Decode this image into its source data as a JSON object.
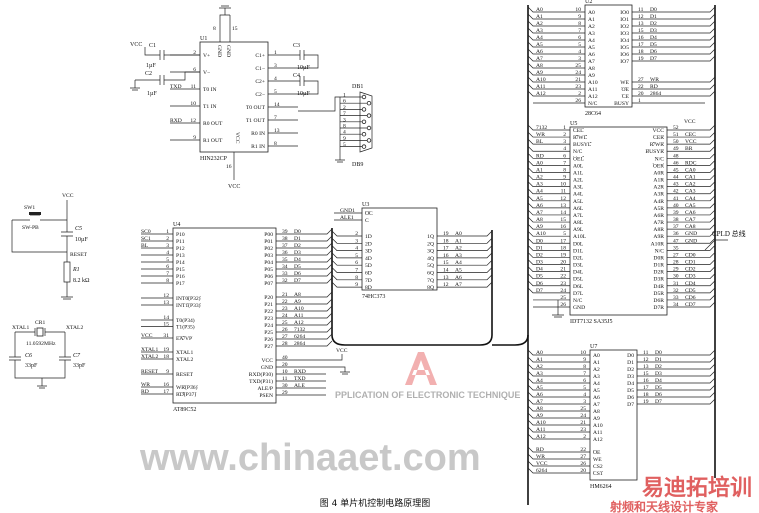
{
  "caption": "图 4  单片机控制电路原理图",
  "cpld_bus_label": "CPLD 总线",
  "watermarks": {
    "journal": "PPLICATION OF ELECTRONIC TECHNIQUE",
    "site": "www.chinaaet.com",
    "brand": "易迪拓培训",
    "slogan": "射频和天线设计专家"
  },
  "colors": {
    "watermark_red": "#e06060",
    "watermark_gray": "#c8c8c8",
    "line": "#222222"
  },
  "labels": {
    "vcc1": "VCC",
    "c1": "C1",
    "c1_val": "1µF",
    "c2": "C2",
    "c2_val": "1µF",
    "c3": "C3",
    "c3_val": "10µF",
    "c4": "C4",
    "c4_val": "10µF",
    "u1_gnd_a": "GND",
    "u1_gnd_b": "GND",
    "u1_pin8": "8",
    "u1_pin15": "15",
    "u1_vcc_pin": "VCC",
    "u1_pin16": "16",
    "u1_vcc_net": "VCC",
    "db1": "DB1",
    "db9": "DB9",
    "db_pins": [
      "1",
      "6",
      "2",
      "7",
      "3",
      "8",
      "4",
      "9",
      "5"
    ],
    "vcc_reset": "VCC",
    "sw1": "SW1",
    "sw_pb": "SW-PB",
    "c5": "C5",
    "c5_val": "10µF",
    "reset": "RESET",
    "r1": "R1",
    "r1_val": "8.2 kΩ",
    "cr1": "CR1",
    "xtal_freq": "11.0592MHz",
    "xtal1": "XTAL1",
    "xtal2": "XTAL2",
    "c6": "C6",
    "c6_val": "33pF",
    "c7": "C7",
    "c7_val": "33pF",
    "u4_vcc": "VCC",
    "u5_vcc": "VCC"
  },
  "chips": [
    {
      "ref": "U1",
      "part": "HIN232CP",
      "left": [
        {
          "name": "V+",
          "num": "2",
          "net": ""
        },
        {
          "name": "V−",
          "num": "6",
          "net": ""
        },
        {
          "name": "T0 IN",
          "num": "11",
          "net": "TXD"
        },
        {
          "name": "T1 IN",
          "num": "10",
          "net": ""
        },
        {
          "name": "R0 OUT",
          "num": "12",
          "net": "RXD"
        },
        {
          "name": "R1 OUT",
          "num": "9",
          "net": ""
        }
      ],
      "right": [
        {
          "name": "C1+",
          "num": "1",
          "net": ""
        },
        {
          "name": "C1−",
          "num": "3",
          "net": ""
        },
        {
          "name": "C2+",
          "num": "4",
          "net": ""
        },
        {
          "name": "C2−",
          "num": "5",
          "net": ""
        },
        {
          "name": "T0 OUT",
          "num": "14",
          "net": ""
        },
        {
          "name": "T1 OUT",
          "num": "7",
          "net": ""
        },
        {
          "name": "R0 IN",
          "num": "13",
          "net": ""
        },
        {
          "name": "R1 IN",
          "num": "8",
          "net": ""
        }
      ]
    },
    {
      "ref": "U4",
      "part": "AT89C52",
      "left": [
        {
          "name": "P10",
          "num": "1",
          "net": "SC0"
        },
        {
          "name": "P11",
          "num": "2",
          "net": "SC1"
        },
        {
          "name": "P12",
          "num": "3",
          "net": "BL"
        },
        {
          "name": "P13",
          "num": "4",
          "net": ""
        },
        {
          "name": "P14",
          "num": "5",
          "net": ""
        },
        {
          "name": "P15",
          "num": "6",
          "net": ""
        },
        {
          "name": "P16",
          "num": "7",
          "net": ""
        },
        {
          "name": "P17",
          "num": "8",
          "net": ""
        },
        {
          "name": "INT0(P32)",
          "num": "12",
          "net": "",
          "over": true
        },
        {
          "name": "INT1(P33)",
          "num": "13",
          "net": "",
          "over": true
        },
        {
          "name": "T0(P34)",
          "num": "14",
          "net": ""
        },
        {
          "name": "T1(P35)",
          "num": "15",
          "net": ""
        },
        {
          "name": "EA/VP",
          "num": "31",
          "net": "VCC",
          "over": true
        },
        {
          "name": "XTAL1",
          "num": "19",
          "net": "XTAL1"
        },
        {
          "name": "XTAL2",
          "num": "18",
          "net": "XTAL2"
        },
        {
          "name": "RESET",
          "num": "9",
          "net": "RESET"
        },
        {
          "name": "WR(P36)",
          "num": "16",
          "net": "WR",
          "over": true
        },
        {
          "name": "RD(P37)",
          "num": "17",
          "net": "RD",
          "over": true
        }
      ],
      "right": [
        {
          "name": "P00",
          "num": "39",
          "net": "D0"
        },
        {
          "name": "P01",
          "num": "38",
          "net": "D1"
        },
        {
          "name": "P02",
          "num": "37",
          "net": "D2"
        },
        {
          "name": "P03",
          "num": "36",
          "net": "D3"
        },
        {
          "name": "P04",
          "num": "35",
          "net": "D4"
        },
        {
          "name": "P05",
          "num": "34",
          "net": "D5"
        },
        {
          "name": "P06",
          "num": "33",
          "net": "D6"
        },
        {
          "name": "P07",
          "num": "32",
          "net": "D7"
        },
        {
          "name": "P20",
          "num": "21",
          "net": "A8"
        },
        {
          "name": "P21",
          "num": "22",
          "net": "A9"
        },
        {
          "name": "P22",
          "num": "23",
          "net": "A10"
        },
        {
          "name": "P23",
          "num": "24",
          "net": "A11"
        },
        {
          "name": "P24",
          "num": "25",
          "net": "A12"
        },
        {
          "name": "P25",
          "num": "26",
          "net": "7132"
        },
        {
          "name": "P26",
          "num": "27",
          "net": "6264"
        },
        {
          "name": "P27",
          "num": "28",
          "net": "2864"
        },
        {
          "name": "VCC",
          "num": "40",
          "net": ""
        },
        {
          "name": "GND",
          "num": "20",
          "net": ""
        },
        {
          "name": "RXD(P30)",
          "num": "10",
          "net": "RXD"
        },
        {
          "name": "TXD(P31)",
          "num": "11",
          "net": "TXD"
        },
        {
          "name": "ALE/P",
          "num": "30",
          "net": "ALE"
        },
        {
          "name": "PSEN",
          "num": "29",
          "net": ""
        }
      ]
    },
    {
      "ref": "U2",
      "part": "28C64",
      "left": [
        {
          "name": "A0",
          "num": "10",
          "net": "A0"
        },
        {
          "name": "A1",
          "num": "9",
          "net": "A1"
        },
        {
          "name": "A2",
          "num": "8",
          "net": "A2"
        },
        {
          "name": "A3",
          "num": "7",
          "net": "A3"
        },
        {
          "name": "A4",
          "num": "6",
          "net": "A4"
        },
        {
          "name": "A5",
          "num": "5",
          "net": "A5"
        },
        {
          "name": "A6",
          "num": "4",
          "net": "A6"
        },
        {
          "name": "A7",
          "num": "3",
          "net": "A7"
        },
        {
          "name": "A8",
          "num": "25",
          "net": "A8"
        },
        {
          "name": "A9",
          "num": "24",
          "net": "A9"
        },
        {
          "name": "A10",
          "num": "21",
          "net": "A10"
        },
        {
          "name": "A11",
          "num": "23",
          "net": "A11"
        },
        {
          "name": "A12",
          "num": "2",
          "net": "A12"
        },
        {
          "name": "N/C",
          "num": "26",
          "net": ""
        }
      ],
      "right": [
        {
          "name": "IO0",
          "num": "11",
          "net": "D0"
        },
        {
          "name": "IO1",
          "num": "12",
          "net": "D1"
        },
        {
          "name": "IO2",
          "num": "13",
          "net": "D2"
        },
        {
          "name": "IO3",
          "num": "15",
          "net": "D3"
        },
        {
          "name": "IO4",
          "num": "16",
          "net": "D4"
        },
        {
          "name": "IO5",
          "num": "17",
          "net": "D5"
        },
        {
          "name": "IO6",
          "num": "18",
          "net": "D6"
        },
        {
          "name": "IO7",
          "num": "19",
          "net": "D7"
        },
        {
          "name": "WE",
          "num": "27",
          "net": "WR",
          "over": true
        },
        {
          "name": "OE",
          "num": "22",
          "net": "RD",
          "over": true
        },
        {
          "name": "CE",
          "num": "20",
          "net": "2864",
          "over": true
        },
        {
          "name": "BUSY",
          "num": "1",
          "net": "",
          "over": true
        }
      ]
    },
    {
      "ref": "U5",
      "part": "IDT7132   SA35J5",
      "left": [
        {
          "name": "CEL",
          "num": "1",
          "net": "7132",
          "over": true
        },
        {
          "name": "R/WL",
          "num": "2",
          "net": "WR",
          "over": true
        },
        {
          "name": "BUSYL",
          "num": "3",
          "net": "BL",
          "over": true
        },
        {
          "name": "N/C",
          "num": "4",
          "net": ""
        },
        {
          "name": "OEL",
          "num": "6",
          "net": "RD",
          "over": true
        },
        {
          "name": "A0L",
          "num": "7",
          "net": "A0"
        },
        {
          "name": "A1L",
          "num": "8",
          "net": "A1"
        },
        {
          "name": "A2L",
          "num": "9",
          "net": "A2"
        },
        {
          "name": "A3L",
          "num": "10",
          "net": "A3"
        },
        {
          "name": "A4L",
          "num": "11",
          "net": "A4"
        },
        {
          "name": "A5L",
          "num": "12",
          "net": "A5"
        },
        {
          "name": "A6L",
          "num": "13",
          "net": "A6"
        },
        {
          "name": "A7L",
          "num": "14",
          "net": "A7"
        },
        {
          "name": "A8L",
          "num": "15",
          "net": "A8"
        },
        {
          "name": "A9L",
          "num": "16",
          "net": "A9"
        },
        {
          "name": "A10L",
          "num": "5",
          "net": "A10"
        },
        {
          "name": "D0L",
          "num": "17",
          "net": "D0"
        },
        {
          "name": "D1L",
          "num": "18",
          "net": "D1"
        },
        {
          "name": "D2L",
          "num": "19",
          "net": "D2"
        },
        {
          "name": "D3L",
          "num": "20",
          "net": "D3"
        },
        {
          "name": "D4L",
          "num": "21",
          "net": "D4"
        },
        {
          "name": "D5L",
          "num": "22",
          "net": "D5"
        },
        {
          "name": "D6L",
          "num": "23",
          "net": "D6"
        },
        {
          "name": "D7L",
          "num": "24",
          "net": "D7"
        },
        {
          "name": "N/C",
          "num": "25",
          "net": ""
        },
        {
          "name": "GND",
          "num": "26",
          "net": ""
        }
      ],
      "right": [
        {
          "name": "VCC",
          "num": "52",
          "net": ""
        },
        {
          "name": "CER",
          "num": "51",
          "net": "CEC",
          "over": true
        },
        {
          "name": "R/WR",
          "num": "50",
          "net": "VCC",
          "over": true
        },
        {
          "name": "BUSYR",
          "num": "49",
          "net": "BR",
          "over": true
        },
        {
          "name": "N/C",
          "num": "48",
          "net": ""
        },
        {
          "name": "OER",
          "num": "46",
          "net": "RDC",
          "over": true
        },
        {
          "name": "A0R",
          "num": "45",
          "net": "CA0"
        },
        {
          "name": "A1R",
          "num": "44",
          "net": "CA1"
        },
        {
          "name": "A2R",
          "num": "43",
          "net": "CA2"
        },
        {
          "name": "A3R",
          "num": "42",
          "net": "CA3"
        },
        {
          "name": "A4R",
          "num": "41",
          "net": "CA4"
        },
        {
          "name": "A5R",
          "num": "40",
          "net": "CA5"
        },
        {
          "name": "A6R",
          "num": "39",
          "net": "CA6"
        },
        {
          "name": "A7R",
          "num": "38",
          "net": "CA7"
        },
        {
          "name": "A8R",
          "num": "37",
          "net": "CA8"
        },
        {
          "name": "A9R",
          "num": "36",
          "net": "GND"
        },
        {
          "name": "A10R",
          "num": "47",
          "net": "GND"
        },
        {
          "name": "N/C",
          "num": "35",
          "net": ""
        },
        {
          "name": "D0R",
          "num": "27",
          "net": "CD0"
        },
        {
          "name": "D1R",
          "num": "28",
          "net": "CD1"
        },
        {
          "name": "D2R",
          "num": "29",
          "net": "CD2"
        },
        {
          "name": "D3R",
          "num": "30",
          "net": "CD3"
        },
        {
          "name": "D4R",
          "num": "31",
          "net": "CD4"
        },
        {
          "name": "D5R",
          "num": "32",
          "net": "CD5"
        },
        {
          "name": "D6R",
          "num": "33",
          "net": "CD6"
        },
        {
          "name": "D7R",
          "num": "34",
          "net": "CD7"
        }
      ]
    },
    {
      "ref": "U3",
      "part": "74HC373",
      "left": [
        {
          "name": "OC",
          "num": "",
          "net": "GND1",
          "over": true
        },
        {
          "name": "C",
          "num": "",
          "net": "ALE1"
        },
        {
          "name": "1D",
          "num": "2",
          "net": ""
        },
        {
          "name": "2D",
          "num": "3",
          "net": ""
        },
        {
          "name": "3D",
          "num": "4",
          "net": ""
        },
        {
          "name": "4D",
          "num": "5",
          "net": ""
        },
        {
          "name": "5D",
          "num": "6",
          "net": ""
        },
        {
          "name": "6D",
          "num": "7",
          "net": ""
        },
        {
          "name": "7D",
          "num": "8",
          "net": ""
        },
        {
          "name": "8D",
          "num": "9",
          "net": ""
        }
      ],
      "right": [
        {
          "name": "1Q",
          "num": "19",
          "net": "A0"
        },
        {
          "name": "2Q",
          "num": "18",
          "net": "A1"
        },
        {
          "name": "3Q",
          "num": "17",
          "net": "A2"
        },
        {
          "name": "4Q",
          "num": "16",
          "net": "A3"
        },
        {
          "name": "5Q",
          "num": "15",
          "net": "A4"
        },
        {
          "name": "6Q",
          "num": "14",
          "net": "A5"
        },
        {
          "name": "7Q",
          "num": "13",
          "net": "A6"
        },
        {
          "name": "8Q",
          "num": "12",
          "net": "A7"
        }
      ]
    },
    {
      "ref": "U7",
      "part": "HM6264",
      "left": [
        {
          "name": "A0",
          "num": "10",
          "net": "A0"
        },
        {
          "name": "A1",
          "num": "9",
          "net": "A1"
        },
        {
          "name": "A2",
          "num": "8",
          "net": "A2"
        },
        {
          "name": "A3",
          "num": "7",
          "net": "A3"
        },
        {
          "name": "A4",
          "num": "6",
          "net": "A4"
        },
        {
          "name": "A5",
          "num": "5",
          "net": "A5"
        },
        {
          "name": "A6",
          "num": "4",
          "net": "A6"
        },
        {
          "name": "A7",
          "num": "3",
          "net": "A7"
        },
        {
          "name": "A8",
          "num": "25",
          "net": "A8"
        },
        {
          "name": "A9",
          "num": "24",
          "net": "A9"
        },
        {
          "name": "A10",
          "num": "21",
          "net": "A10"
        },
        {
          "name": "A11",
          "num": "23",
          "net": "A11"
        },
        {
          "name": "A12",
          "num": "2",
          "net": "A12"
        },
        {
          "name": "OE",
          "num": "22",
          "net": "RD",
          "over": true
        },
        {
          "name": "WE",
          "num": "27",
          "net": "WR",
          "over": true
        },
        {
          "name": "CS2",
          "num": "26",
          "net": "VCC"
        },
        {
          "name": "CS1",
          "num": "20",
          "net": "6264",
          "over": true
        }
      ],
      "right": [
        {
          "name": "D0",
          "num": "11",
          "net": "D0"
        },
        {
          "name": "D1",
          "num": "12",
          "net": "D1"
        },
        {
          "name": "D2",
          "num": "13",
          "net": "D2"
        },
        {
          "name": "D3",
          "num": "15",
          "net": "D3"
        },
        {
          "name": "D4",
          "num": "16",
          "net": "D4"
        },
        {
          "name": "D5",
          "num": "17",
          "net": "D5"
        },
        {
          "name": "D6",
          "num": "18",
          "net": "D6"
        },
        {
          "name": "D7",
          "num": "19",
          "net": "D7"
        }
      ]
    }
  ]
}
